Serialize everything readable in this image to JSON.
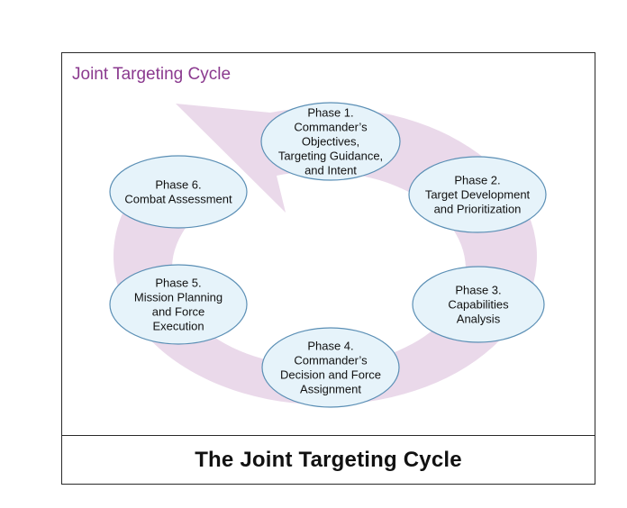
{
  "diagram": {
    "title": "Joint Targeting Cycle",
    "caption": "The Joint Targeting Cycle",
    "phases": [
      {
        "lines": [
          "Phase 1.",
          "Commander’s",
          "Objectives,",
          "Targeting Guidance,",
          "and Intent"
        ]
      },
      {
        "lines": [
          "Phase 2.",
          "Target Development",
          "and Prioritization"
        ]
      },
      {
        "lines": [
          "Phase 3.",
          "Capabilities",
          "Analysis"
        ]
      },
      {
        "lines": [
          "Phase 4.",
          "Commander’s",
          "Decision and Force",
          "Assignment"
        ]
      },
      {
        "lines": [
          "Phase 5.",
          "Mission Planning",
          "and Force",
          "Execution"
        ]
      },
      {
        "lines": [
          "Phase 6.",
          "Combat Assessment"
        ]
      }
    ]
  },
  "colors": {
    "title": "#8b3a8f",
    "cycle_arrow": "#ead9ea",
    "ellipse_fill": "#e6f3fa",
    "ellipse_stroke": "#5b8fb5",
    "text": "#111111",
    "border": "#2a2a2a"
  }
}
